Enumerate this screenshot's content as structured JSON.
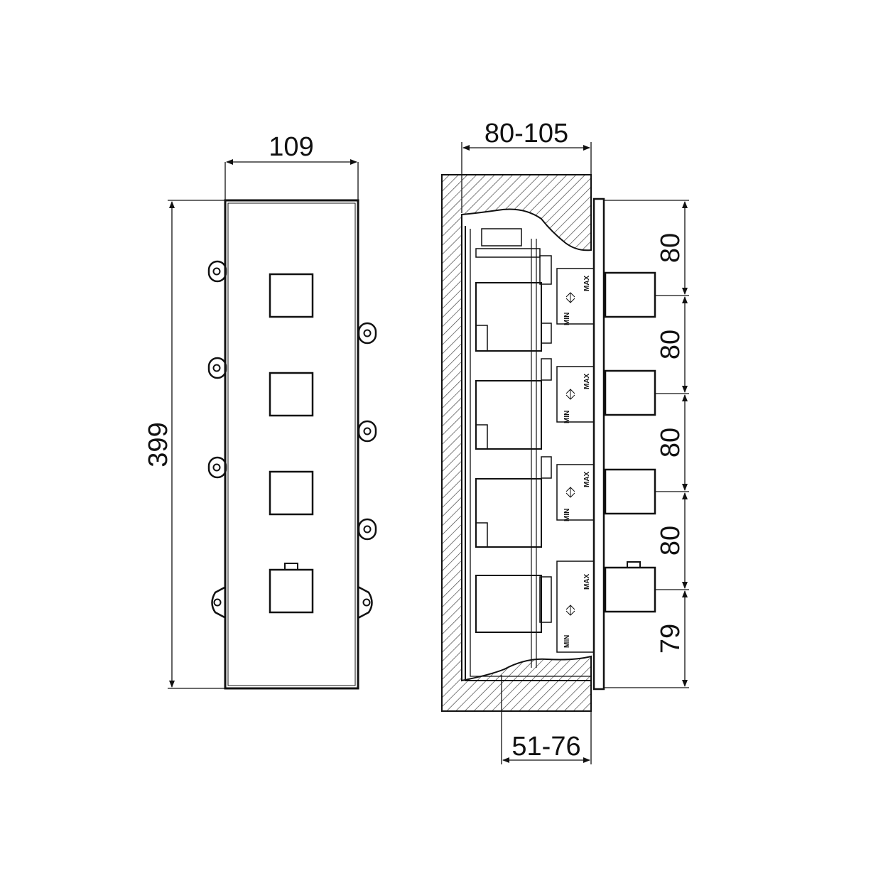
{
  "front_view": {
    "width_label": "109",
    "height_label": "399"
  },
  "side_view": {
    "depth_label": "80-105",
    "inset_label": "51-76",
    "spacing_labels": [
      "80",
      "80",
      "80",
      "80",
      "79"
    ],
    "min_label": "MIN",
    "max_label": "MAX"
  },
  "colors": {
    "line": "#111111",
    "background": "#ffffff"
  }
}
